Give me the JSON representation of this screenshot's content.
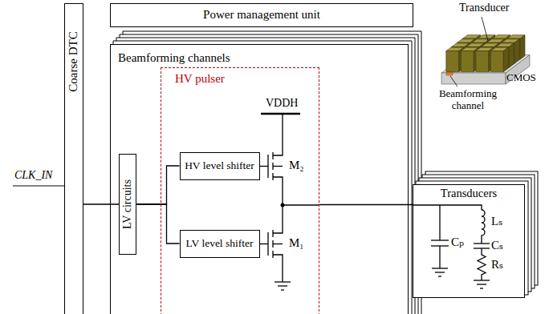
{
  "diagram": {
    "nodes": [
      {
        "text": [
          "Power management unit"
        ]
      },
      {
        "text": [
          "Beamforming channels"
        ]
      },
      {
        "text": [
          "Coarse DTC"
        ]
      },
      {
        "text": [
          "LV circuits"
        ],
        "in": 1
      },
      {
        "text": [
          "HV pulser"
        ],
        "in": 1
      },
      {
        "text": [
          "HV level shifter"
        ],
        "in": 4
      },
      {
        "text": [
          "LV level shifter"
        ],
        "in": 4
      },
      {
        "text": [
          "Transducers"
        ]
      }
    ],
    "edges": [
      {
        "from": 2,
        "to": 3,
        "arrow": "none"
      },
      {
        "from": 3,
        "to": 5,
        "arrow": "none"
      },
      {
        "from": 3,
        "to": 6,
        "arrow": "none"
      },
      {
        "from": 4,
        "to": 7,
        "arrow": "none"
      }
    ],
    "labels": [
      "CLK_IN",
      "VDDH",
      "M₂",
      "M₁",
      "Cₚ",
      "Lₛ",
      "Cₛ",
      "Rₛ",
      "Transducer",
      "Beamforming channel",
      "CMOS"
    ]
  }
}
